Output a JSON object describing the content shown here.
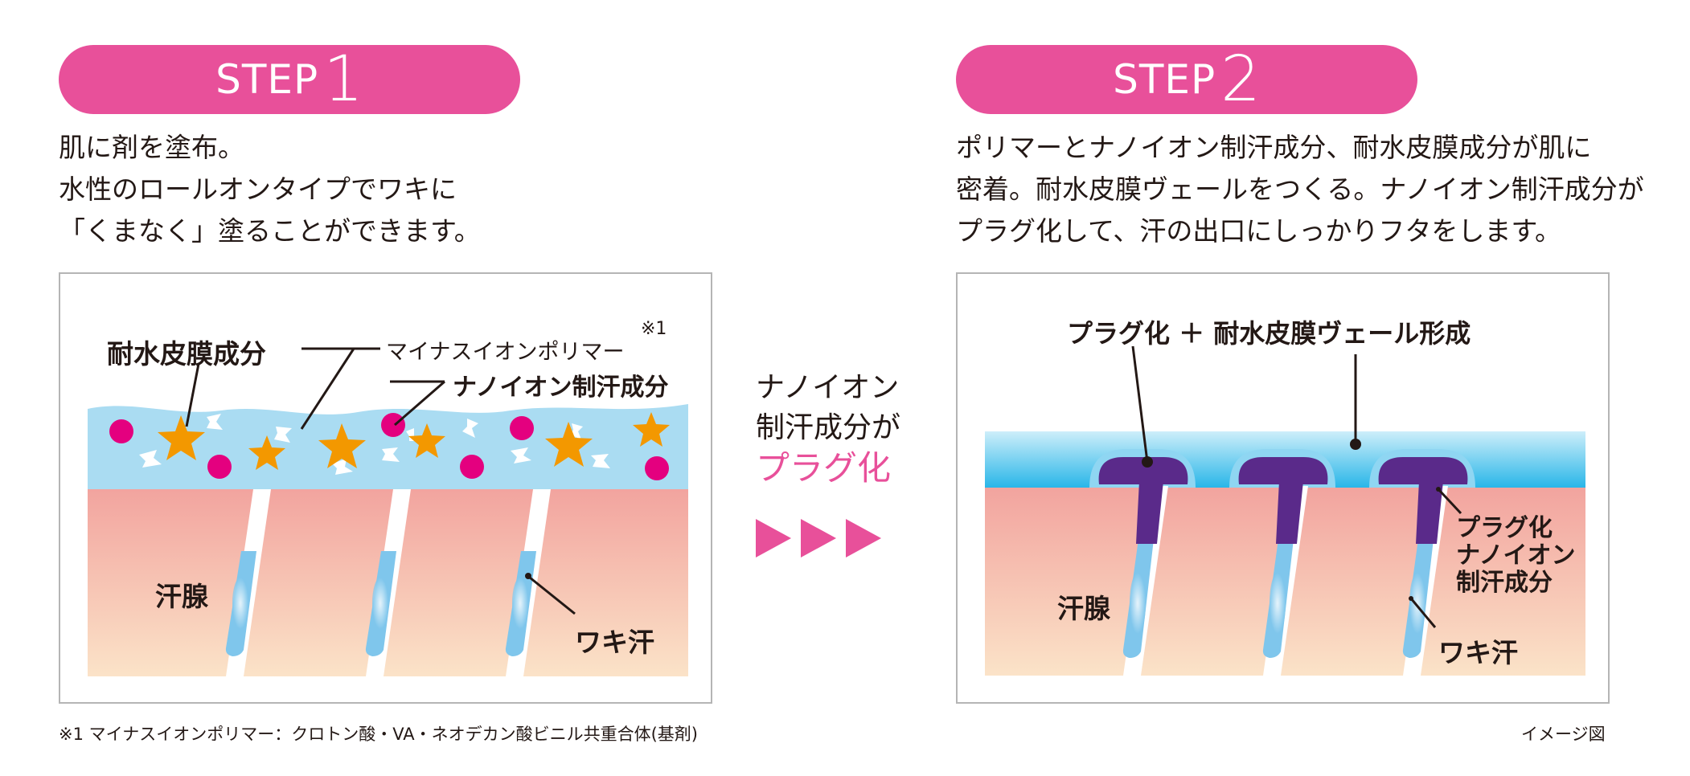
{
  "step1": {
    "step_label": "STEP",
    "step_number": "1",
    "description": [
      "肌に剤を塗布。",
      "水性のロールオンタイプでワキに",
      "「くまなく」塗ることができます。"
    ],
    "labels": {
      "film_component": "耐水皮膜成分",
      "polymer": "マイナスイオンポリマー",
      "polymer_note": "※1",
      "nano_ion": "ナノイオン制汗成分",
      "sweat_gland": "汗腺",
      "underarm_sweat": "ワキ汗"
    }
  },
  "middle": {
    "line1": "ナノイオン",
    "line2": "制汗成分が",
    "line3": "プラグ化",
    "arrows": "play-triangle-icons"
  },
  "step2": {
    "step_label": "STEP",
    "step_number": "2",
    "description": [
      "ポリマーとナノイオン制汗成分、耐水皮膜成分が肌に",
      "密着。耐水皮膜ヴェールをつくる。ナノイオン制汗成分が",
      "プラグ化して、汗の出口にしっかりフタをします。"
    ],
    "labels": {
      "top": "プラグ化 ＋ 耐水皮膜ヴェール形成",
      "plug_1": "プラグ化",
      "plug_2": "ナノイオン",
      "plug_3": "制汗成分",
      "sweat_gland": "汗腺",
      "underarm_sweat": "ワキ汗"
    }
  },
  "footnote": "※1 マイナスイオンポリマー：クロトン酸・VA・ネオデカン酸ビニル共重合体(基剤)",
  "image_note": "イメージ図",
  "colors": {
    "pink": "#e8509a",
    "magenta_dot": "#e4007f",
    "star": "#f39800",
    "purple": "#5a2a8a",
    "water": "#aadcf2",
    "skin_top": "#f2a39e",
    "skin_bottom": "#fbe3c8"
  }
}
